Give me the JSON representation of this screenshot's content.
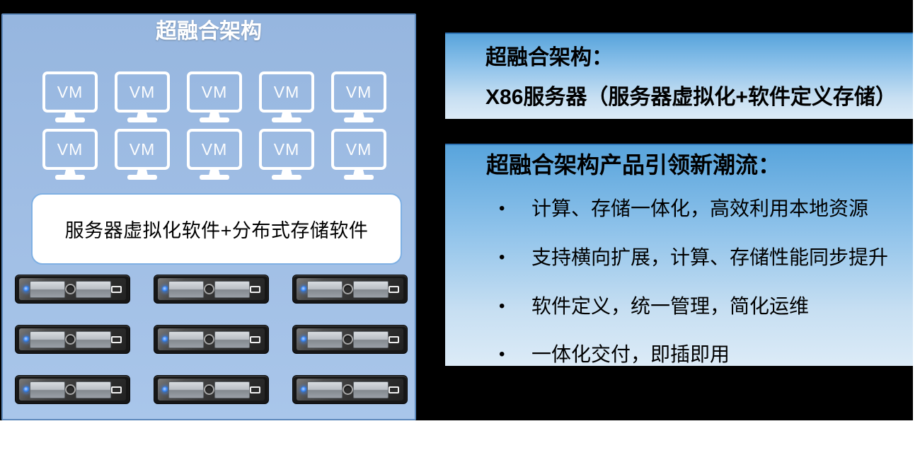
{
  "slide": {
    "left_panel": {
      "title": "超融合架构",
      "vm": {
        "label": "VM",
        "rows": 2,
        "per_row": 5
      },
      "software_box_label": "服务器虚拟化软件+分布式存储软件",
      "servers": {
        "rows": 3,
        "per_row": 3
      }
    },
    "right_panel": {
      "definition_box": {
        "line1": "超融合架构：",
        "line2": "X86服务器（服务器虚拟化+软件定义存储）"
      },
      "trends_box": {
        "title": "超融合架构产品引领新潮流：",
        "bullet_char": "•",
        "bullets": [
          "计算、存储一体化，高效利用本地资源",
          "支持横向扩展，计算、存储性能同步提升",
          "软件定义，统一管理，简化运维",
          "一体化交付，即插即用"
        ]
      }
    },
    "colors": {
      "backdrop": "#000000",
      "page": "#ffffff",
      "panel_blue_top": "#96b6df",
      "panel_blue_bottom": "#a9c6ea",
      "panel_border": "#5c88bb",
      "info_box_gradient_top": "#58a4dc",
      "info_box_gradient_bottom": "#dcebf7",
      "info_box_border_top": "#2e74b5",
      "led_blue": "#2f7ff0",
      "text_black": "#000000",
      "text_white": "#ffffff"
    }
  }
}
